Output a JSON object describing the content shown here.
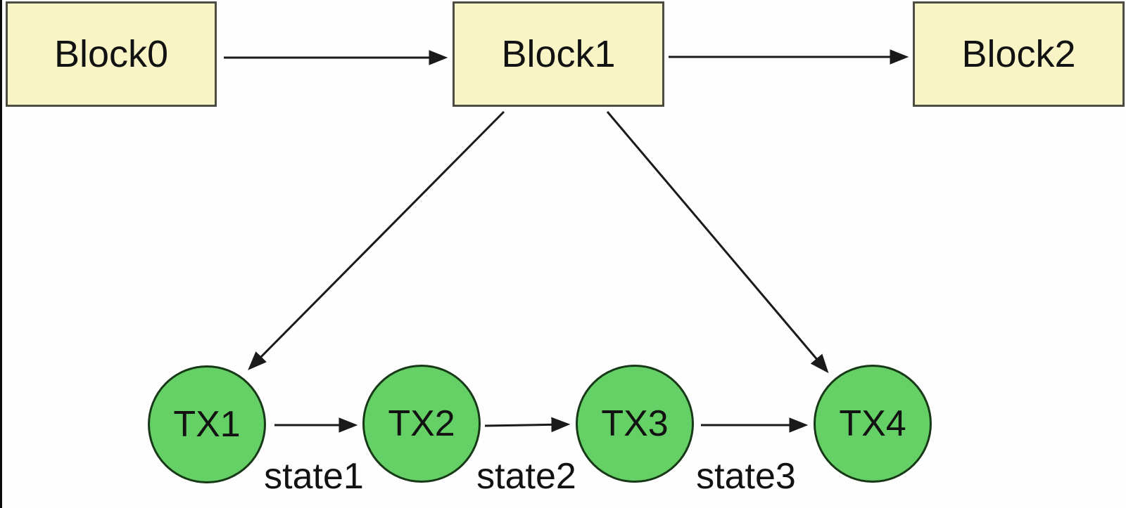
{
  "diagram": {
    "colors": {
      "background": "#fefefe",
      "block_fill": "#f8f4c5",
      "block_border": "#4c4c42",
      "tx_fill": "#65d065",
      "tx_border": "#173917",
      "arrow": "#1a1a1a",
      "text": "#121212"
    },
    "blocks": [
      {
        "id": "block0",
        "label": "Block0"
      },
      {
        "id": "block1",
        "label": "Block1"
      },
      {
        "id": "block2",
        "label": "Block2"
      }
    ],
    "transactions": [
      {
        "id": "tx1",
        "label": "TX1"
      },
      {
        "id": "tx2",
        "label": "TX2"
      },
      {
        "id": "tx3",
        "label": "TX3"
      },
      {
        "id": "tx4",
        "label": "TX4"
      }
    ],
    "state_labels": [
      {
        "id": "state1",
        "label": "state1"
      },
      {
        "id": "state2",
        "label": "state2"
      },
      {
        "id": "state3",
        "label": "state3"
      }
    ],
    "edges": [
      {
        "from": "block0",
        "to": "block1"
      },
      {
        "from": "block1",
        "to": "block2"
      },
      {
        "from": "block1",
        "to": "tx1"
      },
      {
        "from": "block1",
        "to": "tx4"
      },
      {
        "from": "tx1",
        "to": "tx2"
      },
      {
        "from": "tx2",
        "to": "tx3"
      },
      {
        "from": "tx3",
        "to": "tx4"
      }
    ]
  }
}
